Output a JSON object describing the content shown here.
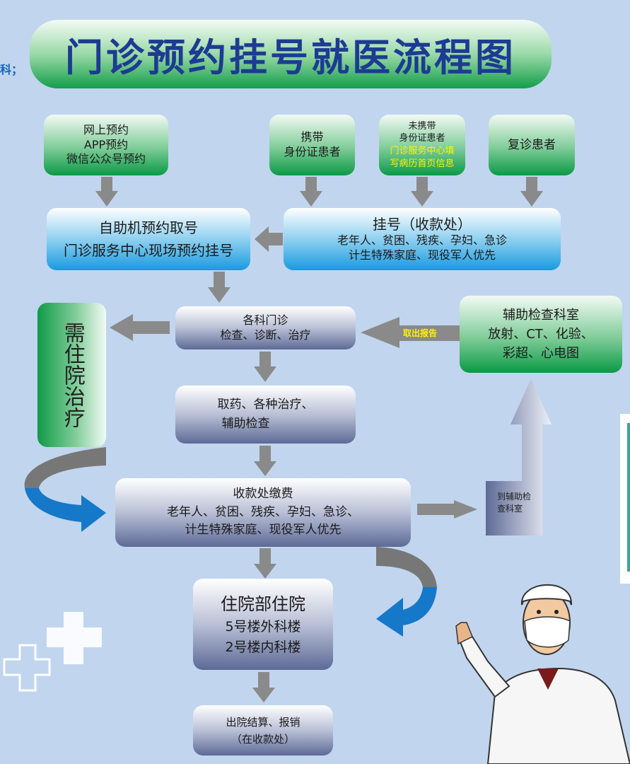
{
  "left_fragment": "科；",
  "title": "门诊预约挂号就医流程图",
  "sources": [
    {
      "lines": [
        "网上预约",
        "APP预约",
        "微信公众号预约"
      ]
    },
    {
      "lines": [
        "携带",
        "身份证患者"
      ]
    },
    {
      "lines": [
        "未携带",
        "身份证患者"
      ],
      "highlight": [
        "门诊服务中心填",
        "写病历首页信息"
      ]
    },
    {
      "lines": [
        "复诊患者"
      ]
    }
  ],
  "self_service": {
    "lines": [
      "自助机预约取号",
      "门诊服务中心现场预约挂号"
    ]
  },
  "registration": {
    "title": "挂号（收款处）",
    "lines": [
      "老年人、贫困、残疾、孕妇、急诊",
      "计生特殊家庭、现役军人优先"
    ]
  },
  "clinic": {
    "lines": [
      "各科门诊",
      "检查、诊断、治疗"
    ]
  },
  "inpatient_needed": "需住院治疗",
  "report_label": "取出报告",
  "aux_dept": {
    "lines": [
      "辅助检查科室",
      "放射、CT、化验、",
      "彩超、心电图"
    ]
  },
  "medicine": {
    "lines": [
      "取药、各种治疗、",
      "辅助检查"
    ]
  },
  "payment": {
    "title": "收款处缴费",
    "lines": [
      "老年人、贫困、残疾、孕妇、急诊、",
      "计生特殊家庭、现役军人优先"
    ]
  },
  "to_aux": "到辅助检查科室",
  "hospital": {
    "lines": [
      "住院部住院",
      "5号楼外科楼",
      "2号楼内科楼"
    ]
  },
  "discharge": {
    "lines": [
      "出院结算、报销",
      "（在收款处）"
    ]
  },
  "colors": {
    "arrow": "#8a8a8a",
    "curve_blue": "#1578c8",
    "title_text": "#1d3b91"
  }
}
